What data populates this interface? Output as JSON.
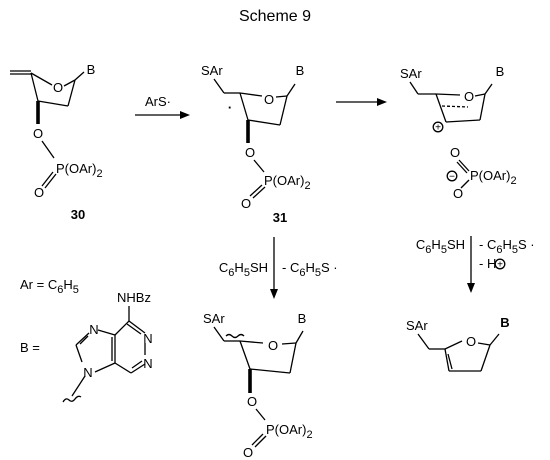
{
  "title": "Scheme 9",
  "compounds": {
    "c30": {
      "number": "30",
      "ring_o": "O",
      "base": "B",
      "link_o": "O",
      "phos": "P(OAr)",
      "phos_sub": "2",
      "dbl_o": "O"
    },
    "c31": {
      "number": "31",
      "sar": "SAr",
      "radical_dot": "·",
      "ring_o": "O",
      "base": "B",
      "link_o": "O",
      "phos": "P(OAr)",
      "phos_sub": "2",
      "dbl_o": "O"
    },
    "cation": {
      "sar": "SAr",
      "ring_o": "O",
      "base": "B",
      "charge": "+"
    },
    "anion": {
      "o1": "O",
      "o2": "O",
      "charge": "−",
      "phos": "P(OAr)",
      "phos_sub": "2"
    },
    "product_bl": {
      "sar": "SAr",
      "ring_o": "O",
      "base": "B",
      "link_o": "O",
      "phos": "P(OAr)",
      "phos_sub": "2",
      "dbl_o": "O"
    },
    "product_br": {
      "sar": "SAr",
      "ring_o": "O",
      "base": "B"
    }
  },
  "arrows": {
    "a1": {
      "label": "ArS·"
    },
    "a3": {
      "left": "C",
      "left_sub": "6",
      "left_mid": "H",
      "left_sub2": "5",
      "left_end": "SH",
      "right": "- C",
      "right_sub": "6",
      "right_mid": "H",
      "right_sub2": "5",
      "right_end": "S ·"
    },
    "a4": {
      "left": "C",
      "left_sub": "6",
      "left_mid": "H",
      "left_sub2": "5",
      "left_end": "SH",
      "right": "- C",
      "right_sub": "6",
      "right_mid": "H",
      "right_sub2": "5",
      "right_end": "S ·",
      "line2": "- H",
      "line2_charge": "+"
    }
  },
  "definitions": {
    "ar": {
      "lhs": "Ar = C",
      "sub1": "6",
      "mid": "H",
      "sub2": "5"
    },
    "b": {
      "lhs": "B =",
      "nhbz": "NHBz",
      "atoms": [
        "N",
        "N",
        "N",
        "N"
      ]
    }
  }
}
